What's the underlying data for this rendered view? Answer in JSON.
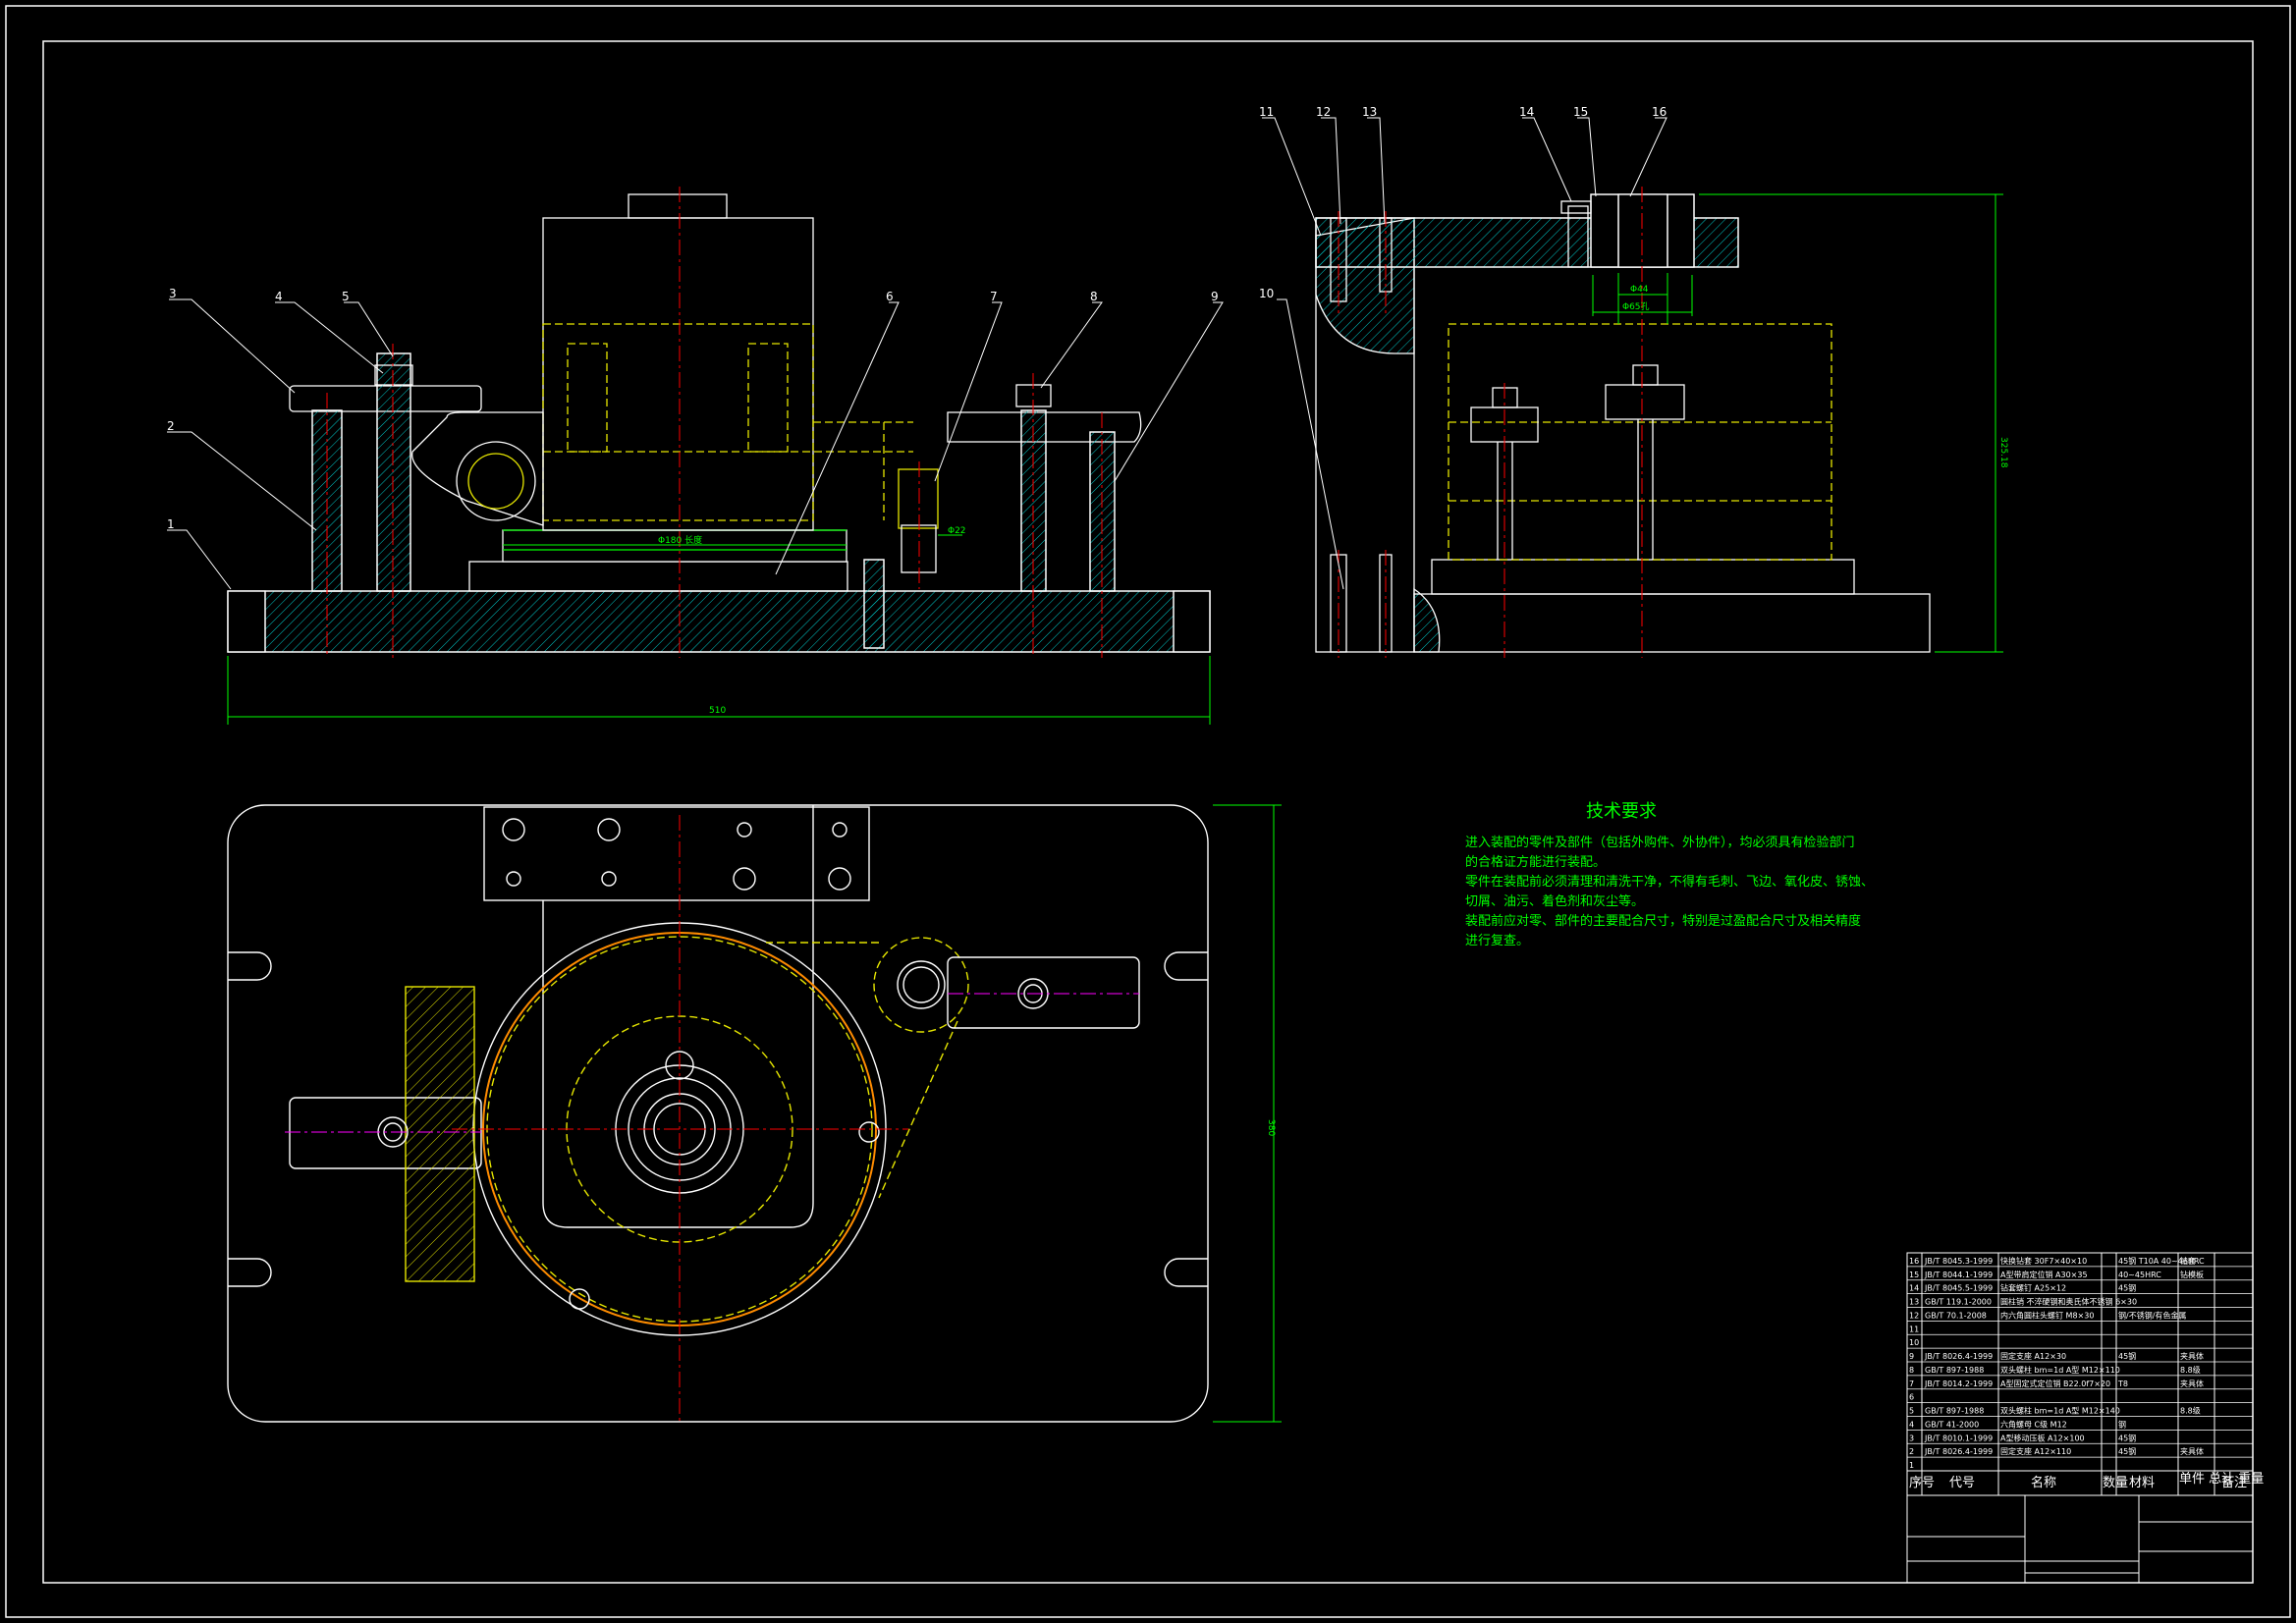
{
  "colors": {
    "background": "#000000",
    "outline": "#ffffff",
    "hatch": "#00c8c8",
    "hidden": "#e6e600",
    "center": "#ff0000",
    "text": "#00ff00",
    "magenta": "#ff00ff",
    "orange": "#ff8c00"
  },
  "balloons": {
    "front": [
      "1",
      "2",
      "3",
      "4",
      "5",
      "6",
      "7",
      "8",
      "9"
    ],
    "side": [
      "10",
      "11",
      "12",
      "13",
      "14",
      "15",
      "16"
    ]
  },
  "dimensions": {
    "overall_length": "510",
    "base_plate_width": "Φ180 长度",
    "pin_dia": "Φ22",
    "side_height": "325.18",
    "bore_dia": "Φ44",
    "bore_outer": "Φ65孔",
    "plan_height": "380"
  },
  "tech_req": {
    "title": "技术要求",
    "lines": [
      "进入装配的零件及部件（包括外购件、外协件），均必须具有检验部门",
      "的合格证方能进行装配。",
      "零件在装配前必须清理和清洗干净，不得有毛刺、飞边、氧化皮、锈蚀、",
      "切屑、油污、着色剂和灰尘等。",
      "装配前应对零、部件的主要配合尺寸，特别是过盈配合尺寸及相关精度",
      "进行复查。"
    ]
  },
  "bom": {
    "rows": [
      [
        "16",
        "JB/T 8045.3-1999",
        "快换钻套 30F7×40×10",
        "45钢 T10A 40~46HRC",
        "钻套"
      ],
      [
        "15",
        "JB/T 8044.1-1999",
        "A型带肩定位销 A30×35",
        "40~45HRC",
        "钻模板"
      ],
      [
        "14",
        "JB/T 8045.5-1999",
        "钻套螺钉 A25×12",
        "45钢",
        ""
      ],
      [
        "13",
        "GB/T 119.1-2000",
        "圆柱销 不淬硬钢和奥氏体不锈钢 6×30",
        "",
        ""
      ],
      [
        "12",
        "GB/T 70.1-2008",
        "内六角圆柱头螺钉 M8×30",
        "钢/不锈钢/有色金属",
        ""
      ],
      [
        "11",
        "",
        "",
        "",
        ""
      ],
      [
        "10",
        "",
        "",
        "",
        ""
      ],
      [
        "9",
        "JB/T 8026.4-1999",
        "固定支座 A12×30",
        "45钢",
        "夹具体"
      ],
      [
        "8",
        "GB/T 897-1988",
        "双头螺柱 bm=1d A型 M12×110",
        "",
        "8.8级"
      ],
      [
        "7",
        "JB/T 8014.2-1999",
        "A型固定式定位销 B22.0f7×20",
        "T8",
        "夹具体"
      ],
      [
        "6",
        "",
        "",
        "",
        ""
      ],
      [
        "5",
        "GB/T 897-1988",
        "双头螺柱 bm=1d A型 M12×140",
        "",
        "8.8级"
      ],
      [
        "4",
        "GB/T 41-2000",
        "六角螺母 C级 M12",
        "钢",
        ""
      ],
      [
        "3",
        "JB/T 8010.1-1999",
        "A型移动压板 A12×100",
        "45钢",
        ""
      ],
      [
        "2",
        "JB/T 8026.4-1999",
        "固定支座 A12×110",
        "45钢",
        "夹具体"
      ],
      [
        "1",
        "",
        "",
        "",
        ""
      ]
    ],
    "header": [
      "序号",
      "代号",
      "名称",
      "数量",
      "材料",
      "单件 总计 重量",
      "备注"
    ]
  }
}
